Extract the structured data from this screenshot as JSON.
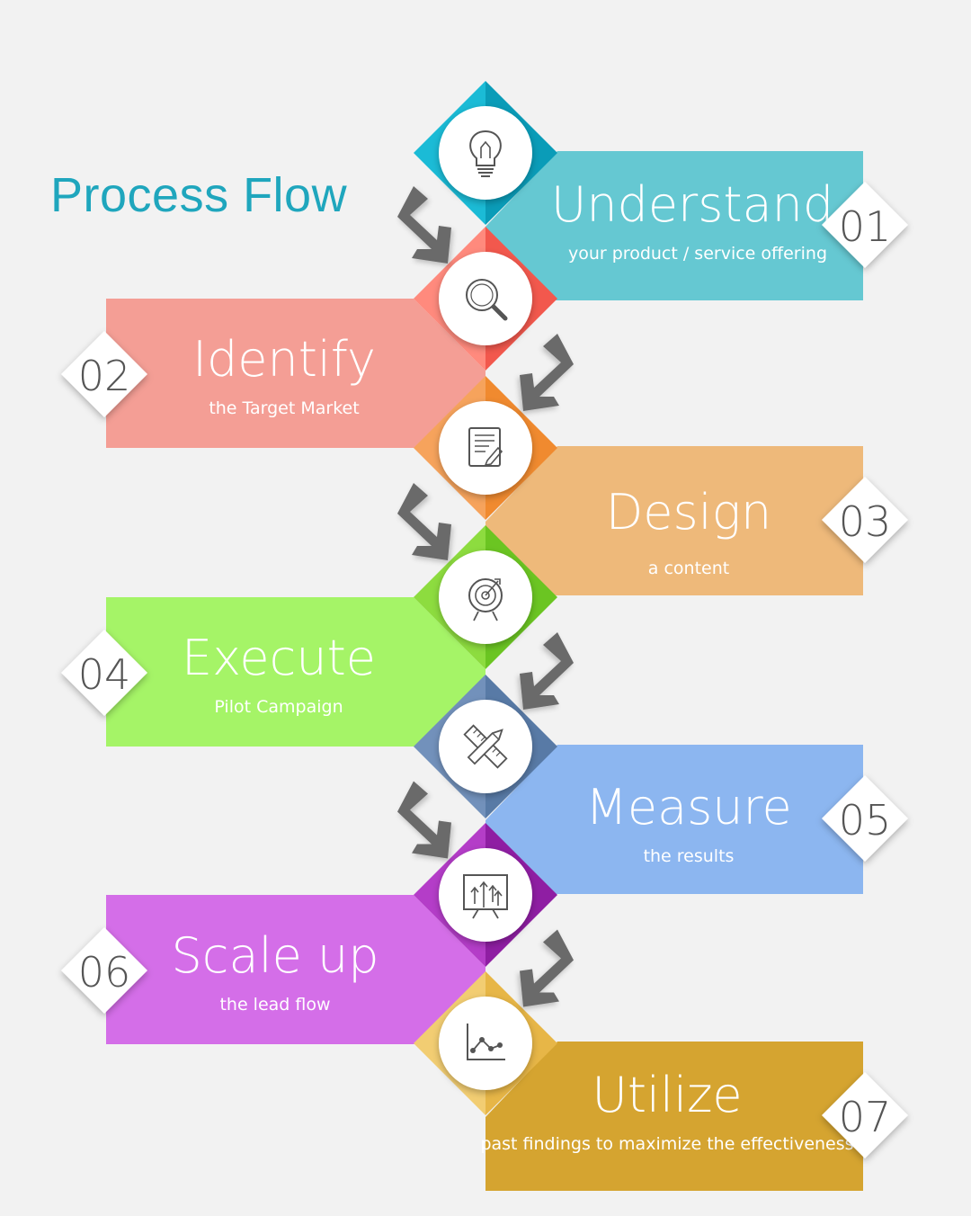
{
  "header": {
    "title": "Process Flow"
  },
  "steps": [
    {
      "number": "01",
      "title": "Understand",
      "subtitle": "your product / service offering",
      "side": "right",
      "color": "#65c8d2",
      "accent_light": "#1bbbd6",
      "accent_dark": "#0a9cb8",
      "icon": "lightbulb-icon"
    },
    {
      "number": "02",
      "title": "Identify",
      "subtitle": "the Target Market",
      "side": "left",
      "color": "#f49e95",
      "accent_light": "#ff8a7d",
      "accent_dark": "#f2584d",
      "icon": "magnifier-icon"
    },
    {
      "number": "03",
      "title": "Design",
      "subtitle": "a content",
      "side": "right",
      "color": "#eeb97a",
      "accent_light": "#f6a35c",
      "accent_dark": "#f08a2f",
      "icon": "document-pencil-icon"
    },
    {
      "number": "04",
      "title": "Execute",
      "subtitle": "Pilot Campaign",
      "side": "left",
      "color": "#a5f467",
      "accent_light": "#8ddc3f",
      "accent_dark": "#6bc522",
      "icon": "target-icon"
    },
    {
      "number": "05",
      "title": "Measure",
      "subtitle": "the results",
      "side": "right",
      "color": "#8cb6f0",
      "accent_light": "#7291bb",
      "accent_dark": "#587aa6",
      "icon": "ruler-pencil-icon"
    },
    {
      "number": "06",
      "title": "Scale up",
      "subtitle": "the lead flow",
      "side": "left",
      "color": "#d46ee8",
      "accent_light": "#b43dc8",
      "accent_dark": "#8f1ea3",
      "icon": "growth-board-icon"
    },
    {
      "number": "07",
      "title": "Utilize",
      "subtitle": "past findings to maximize the effectiveness",
      "side": "right",
      "color": "#d5a430",
      "accent_light": "#f2cd72",
      "accent_dark": "#e7b647",
      "icon": "line-chart-icon"
    }
  ],
  "colors": {
    "background": "#f2f2f2",
    "title": "#1fa6bd",
    "arrow": "#6b6b6b",
    "icon_stroke": "#555555"
  }
}
